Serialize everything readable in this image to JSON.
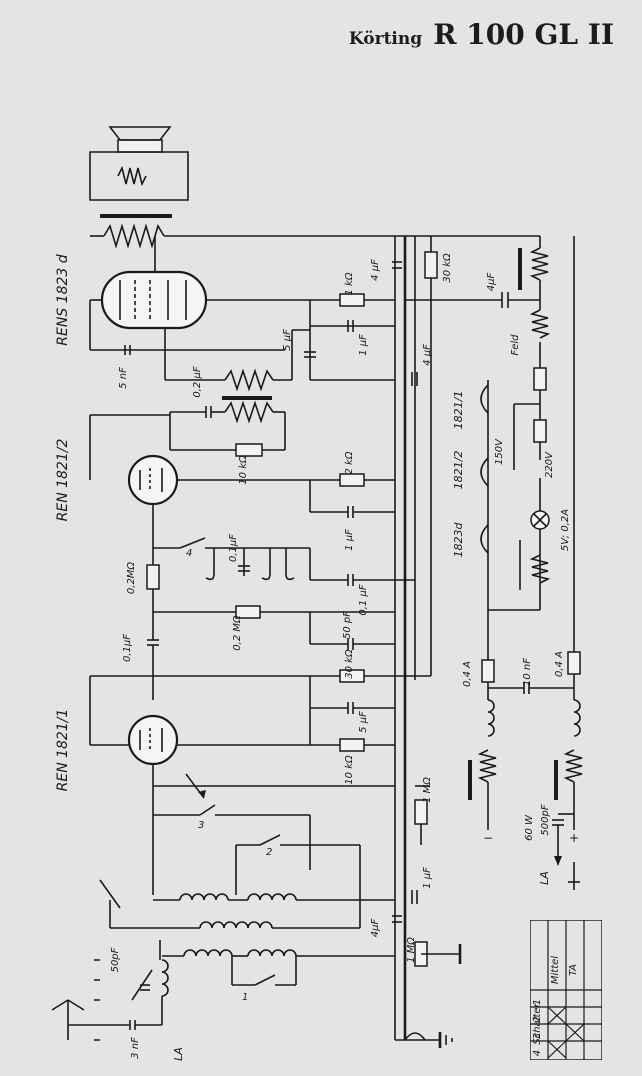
{
  "header": {
    "brand": "Körting",
    "model": "R 100 GL II"
  },
  "tubes": {
    "output": "RENS 1823 d",
    "af": "REN 1821/2",
    "detector": "REN 1821/1",
    "rectifier_1": "1821/1",
    "rectifier_2": "1821/2",
    "rectifier_3": "1823d"
  },
  "values": {
    "r_1k": [
      "1",
      "kΩ"
    ],
    "c_4uf_top": [
      "4",
      "μF"
    ],
    "r_30k_top": "30 kΩ",
    "c_4uf_right": [
      "4μF"
    ],
    "c_5uf": [
      "5",
      "μF"
    ],
    "c_1uf_a": [
      "1",
      "μF"
    ],
    "c_4uf_mid": [
      "4",
      "μF"
    ],
    "c_5nf": [
      "5",
      "nF"
    ],
    "c_02uf": [
      "0,2",
      "μF"
    ],
    "r_10k_a": [
      "10",
      "kΩ"
    ],
    "r_2k": [
      "2",
      "kΩ"
    ],
    "c_1uf_b": [
      "1",
      "μF"
    ],
    "c_01uf_a": [
      "0,1μF"
    ],
    "r_02M_a": [
      "0,2MΩ"
    ],
    "c_01uf_b": [
      "0,1",
      "μF"
    ],
    "r_02M_b": [
      "0,2",
      "MΩ"
    ],
    "c_50pf_a": [
      "50",
      "pF"
    ],
    "c_01uf_c": [
      "0,1μF"
    ],
    "r_30k_b": [
      "30",
      "kΩ"
    ],
    "c_5uf_b": [
      "5",
      "μF"
    ],
    "r_10k_b": [
      "10",
      "kΩ"
    ],
    "r_1M_a": [
      "1",
      "MΩ"
    ],
    "c_1uf_c": [
      "1",
      "μF"
    ],
    "c_4uf_low": [
      "4μF"
    ],
    "r_1M_b": [
      "1",
      "MΩ"
    ],
    "c_50pf_b": [
      "50pF"
    ],
    "c_3nf": [
      "3",
      "nF"
    ],
    "la_left": "LA",
    "fuse_a": "0,4 A",
    "fuse_b": "0,4 A",
    "c_10nf": [
      "10",
      "nF"
    ],
    "c_500pf": [
      "500pF"
    ],
    "power": "60 W",
    "la_right": "LA",
    "minus": "−",
    "plus": "+",
    "c_4uf_psu": "4μF",
    "feld": "Feld",
    "v150": "150V",
    "v220": "220V",
    "lamp": "5V; 0,2A",
    "sw1": "1",
    "sw2": "2",
    "sw3": "3",
    "sw4": "4"
  },
  "switch_table": {
    "col_header": [
      "1",
      "2",
      "3",
      "4"
    ],
    "rows": [
      "Schalter",
      "Mittel",
      "TA"
    ]
  }
}
